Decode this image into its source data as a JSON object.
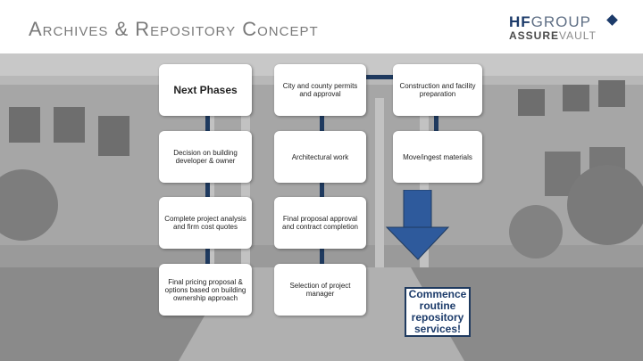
{
  "header": {
    "title": "Archives & Repository Concept",
    "logo_hf": "HF",
    "logo_group": "GROUP",
    "logo_assure": "ASSURE",
    "logo_vault": "VAULT"
  },
  "flow": {
    "col1": [
      "Next Phases",
      "Decision on building developer & owner",
      "Complete project analysis and firm cost quotes",
      "Final pricing proposal & options based on building ownership approach"
    ],
    "col2": [
      "City and county permits and approval",
      "Architectural work",
      "Final proposal approval and contract completion",
      "Selection of project manager"
    ],
    "col3": [
      "Construction and facility preparation",
      "Move/ingest materials"
    ],
    "final": "Commence routine repository services!"
  },
  "colors": {
    "accent": "#1f3a5f",
    "arrow": "#2e5a9c",
    "title": "#7a7a7a"
  }
}
